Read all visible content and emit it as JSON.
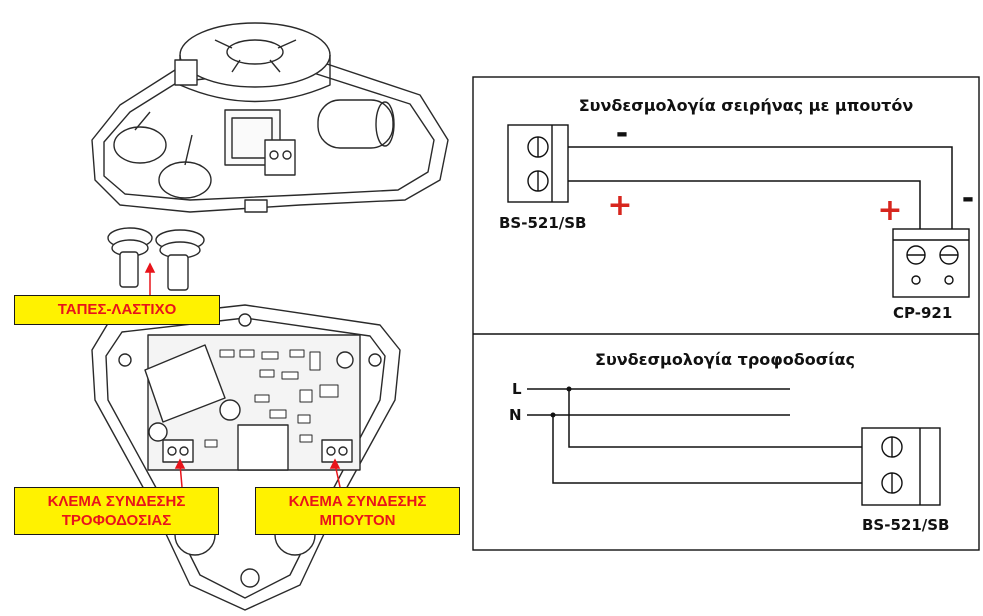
{
  "callouts": {
    "cap": "ΤΑΠΕΣ-ΛΑΣΤΙΧΟ",
    "power_terminal": [
      "ΚΛΕΜΑ ΣΥΝΔΕΣΗΣ",
      "ΤΡΟΦΟΔΟΣΙΑΣ"
    ],
    "button_terminal": [
      "ΚΛΕΜΑ ΣΥΝΔΕΣΗΣ",
      "ΜΠΟΥΤΟΝ"
    ]
  },
  "siren_wiring": {
    "title": "Συνδεσμολογία σειρήνας με μπουτόν",
    "terminal_label": "BS-521/SB",
    "button_label": "CP-921",
    "minus_sign": "-",
    "plus_sign": "+"
  },
  "power_wiring": {
    "title": "Συνδεσμολογία τροφοδοσίας",
    "line_label": "L",
    "neutral_label": "N",
    "terminal_label": "BS-521/SB"
  },
  "colors": {
    "callout_fill": "#fff200",
    "callout_text": "#e8141b",
    "leader": "#e8141b",
    "plus": "#d7261e",
    "wire": "#111111"
  }
}
